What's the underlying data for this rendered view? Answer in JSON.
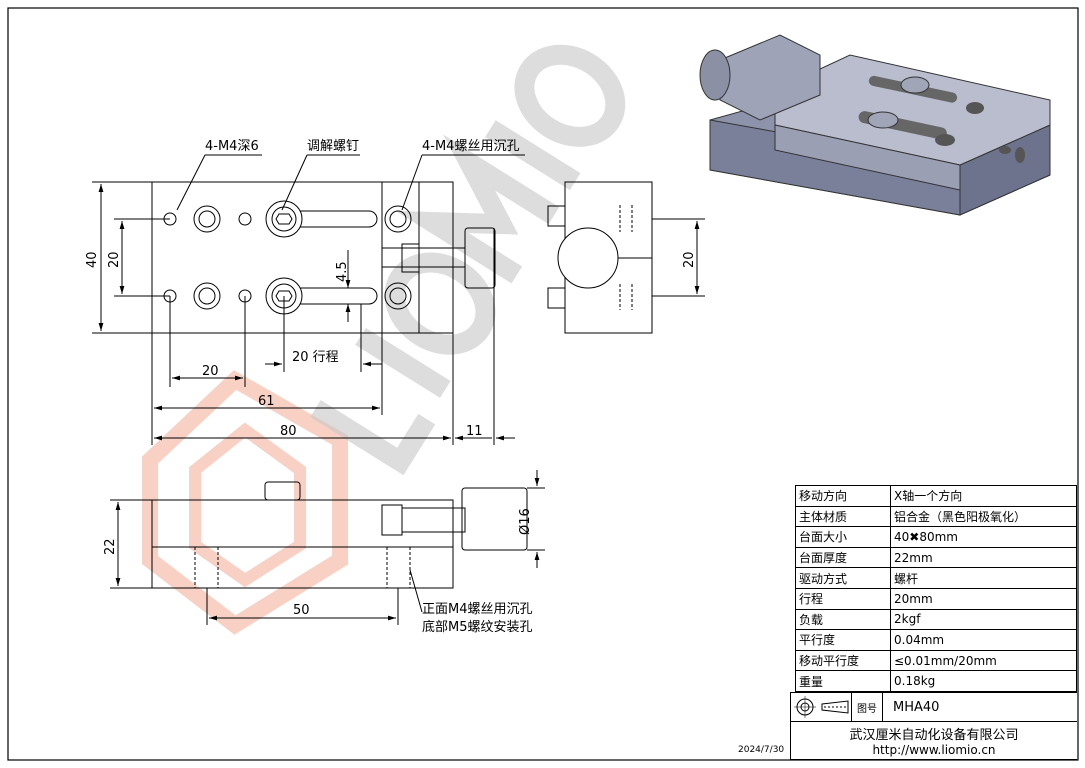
{
  "callouts": {
    "tapped_holes": "4-M4深6",
    "adjust_screw": "调解螺钉",
    "counterbore": "4-M4螺丝用沉孔",
    "front_counterbore": "正面M4螺丝用沉孔",
    "bottom_holes": "底部M5螺纹安装孔"
  },
  "dims": {
    "d40": "40",
    "d20v": "20",
    "d45": "4.5",
    "d20": "20",
    "travel": "20 行程",
    "d61": "61",
    "d80": "80",
    "d11": "11",
    "side20": "20",
    "d22": "22",
    "d50": "50",
    "d16": "Ø16"
  },
  "watermark": "LIOMIO",
  "specs": [
    {
      "k": "移动方向",
      "v": "X轴一个方向"
    },
    {
      "k": "主体材质",
      "v": "铝合金（黑色阳极氧化）"
    },
    {
      "k": "台面大小",
      "v": "40✖80mm"
    },
    {
      "k": "台面厚度",
      "v": "22mm"
    },
    {
      "k": "驱动方式",
      "v": "螺杆"
    },
    {
      "k": "行程",
      "v": "20mm"
    },
    {
      "k": "负载",
      "v": "2kgf"
    },
    {
      "k": "平行度",
      "v": "0.04mm"
    },
    {
      "k": "移动平行度",
      "v": "≤0.01mm/20mm"
    },
    {
      "k": "重量",
      "v": "0.18kg"
    }
  ],
  "title_block": {
    "drawing_no_label": "图号",
    "drawing_no": "MHA40",
    "company": "武汉厘米自动化设备有限公司",
    "url": "http://www.liomio.cn"
  },
  "date": "2024/7/30"
}
